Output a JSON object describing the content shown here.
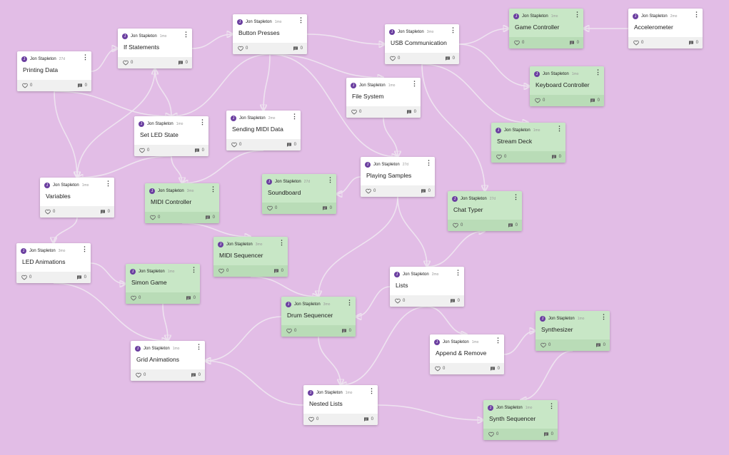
{
  "colors": {
    "background": "#e2bde6",
    "card": "#ffffff",
    "card_green": "#c8e7c6",
    "avatar": "#6b3fa0"
  },
  "cards": [
    {
      "id": "printing-data",
      "title": "Printing Data",
      "author": "Jon Stapleton",
      "time": "27d",
      "avatar": "J",
      "likes": "0",
      "comments": "0",
      "color": "white"
    },
    {
      "id": "if-statements",
      "title": "If Statements",
      "author": "Jon Stapleton",
      "time": "1mo",
      "avatar": "J",
      "likes": "0",
      "comments": "0",
      "color": "white"
    },
    {
      "id": "button-presses",
      "title": "Button Presses",
      "author": "Jon Stapleton",
      "time": "1mo",
      "avatar": "J",
      "likes": "0",
      "comments": "0",
      "color": "white"
    },
    {
      "id": "usb-communication",
      "title": "USB Communication",
      "author": "Jon Stapleton",
      "time": "3mo",
      "avatar": "J",
      "likes": "0",
      "comments": "0",
      "color": "white"
    },
    {
      "id": "game-controller",
      "title": "Game Controller",
      "author": "Jon Stapleton",
      "time": "1mo",
      "avatar": "J",
      "likes": "0",
      "comments": "0",
      "color": "green"
    },
    {
      "id": "accelerometer",
      "title": "Accelerometer",
      "author": "Jon Stapleton",
      "time": "2mo",
      "avatar": "J",
      "likes": "0",
      "comments": "0",
      "color": "white"
    },
    {
      "id": "keyboard-controller",
      "title": "Keyboard Controller",
      "author": "Jon Stapleton",
      "time": "1mo",
      "avatar": "J",
      "likes": "0",
      "comments": "0",
      "color": "green"
    },
    {
      "id": "file-system",
      "title": "File System",
      "author": "Jon Stapleton",
      "time": "1mo",
      "avatar": "J",
      "likes": "0",
      "comments": "0",
      "color": "white"
    },
    {
      "id": "set-led-state",
      "title": "Set LED State",
      "author": "Jon Stapleton",
      "time": "1mo",
      "avatar": "J",
      "likes": "0",
      "comments": "0",
      "color": "white"
    },
    {
      "id": "sending-midi-data",
      "title": "Sending MIDI Data",
      "author": "Jon Stapleton",
      "time": "2mo",
      "avatar": "J",
      "likes": "0",
      "comments": "0",
      "color": "white"
    },
    {
      "id": "stream-deck",
      "title": "Stream Deck",
      "author": "Jon Stapleton",
      "time": "1mo",
      "avatar": "J",
      "likes": "0",
      "comments": "0",
      "color": "green"
    },
    {
      "id": "playing-samples",
      "title": "Playing Samples",
      "author": "Jon Stapleton",
      "time": "27d",
      "avatar": "J",
      "likes": "0",
      "comments": "0",
      "color": "white"
    },
    {
      "id": "variables",
      "title": "Variables",
      "author": "Jon Stapleton",
      "time": "1mo",
      "avatar": "J",
      "likes": "0",
      "comments": "0",
      "color": "white"
    },
    {
      "id": "midi-controller",
      "title": "MIDI Controller",
      "author": "Jon Stapleton",
      "time": "3mo",
      "avatar": "J",
      "likes": "0",
      "comments": "0",
      "color": "green"
    },
    {
      "id": "soundboard",
      "title": "Soundboard",
      "author": "Jon Stapleton",
      "time": "27d",
      "avatar": "J",
      "likes": "0",
      "comments": "0",
      "color": "green"
    },
    {
      "id": "chat-typer",
      "title": "Chat Typer",
      "author": "Jon Stapleton",
      "time": "27d",
      "avatar": "J",
      "likes": "0",
      "comments": "0",
      "color": "green"
    },
    {
      "id": "led-animations",
      "title": "LED Animations",
      "author": "Jon Stapleton",
      "time": "3mo",
      "avatar": "J",
      "likes": "0",
      "comments": "0",
      "color": "white"
    },
    {
      "id": "midi-sequencer",
      "title": "MIDI Sequencer",
      "author": "Jon Stapleton",
      "time": "3mo",
      "avatar": "J",
      "likes": "0",
      "comments": "0",
      "color": "green"
    },
    {
      "id": "simon-game",
      "title": "Simon Game",
      "author": "Jon Stapleton",
      "time": "1mo",
      "avatar": "J",
      "likes": "0",
      "comments": "0",
      "color": "green"
    },
    {
      "id": "lists",
      "title": "Lists",
      "author": "Jon Stapleton",
      "time": "2mo",
      "avatar": "J",
      "likes": "0",
      "comments": "0",
      "color": "white"
    },
    {
      "id": "drum-sequencer",
      "title": "Drum Sequencer",
      "author": "Jon Stapleton",
      "time": "3mo",
      "avatar": "J",
      "likes": "0",
      "comments": "0",
      "color": "green"
    },
    {
      "id": "synthesizer",
      "title": "Synthesizer",
      "author": "Jon Stapleton",
      "time": "1mo",
      "avatar": "J",
      "likes": "0",
      "comments": "0",
      "color": "green"
    },
    {
      "id": "append-remove",
      "title": "Append & Remove",
      "author": "Jon Stapleton",
      "time": "1mo",
      "avatar": "J",
      "likes": "0",
      "comments": "0",
      "color": "white"
    },
    {
      "id": "grid-animations",
      "title": "Grid Animations",
      "author": "Jon Stapleton",
      "time": "1mo",
      "avatar": "J",
      "likes": "0",
      "comments": "0",
      "color": "white"
    },
    {
      "id": "nested-lists",
      "title": "Nested Lists",
      "author": "Jon Stapleton",
      "time": "1mo",
      "avatar": "J",
      "likes": "0",
      "comments": "0",
      "color": "white"
    },
    {
      "id": "synth-sequencer",
      "title": "Synth Sequencer",
      "author": "Jon Stapleton",
      "time": "1mo",
      "avatar": "J",
      "likes": "0",
      "comments": "0",
      "color": "green"
    }
  ],
  "connections": [
    [
      "printing-data",
      "if-statements"
    ],
    [
      "printing-data",
      "set-led-state"
    ],
    [
      "printing-data",
      "variables"
    ],
    [
      "if-statements",
      "button-presses"
    ],
    [
      "if-statements",
      "variables"
    ],
    [
      "set-led-state",
      "if-statements"
    ],
    [
      "button-presses",
      "usb-communication"
    ],
    [
      "button-presses",
      "set-led-state"
    ],
    [
      "button-presses",
      "sending-midi-data"
    ],
    [
      "button-presses",
      "playing-samples"
    ],
    [
      "button-presses",
      "file-system"
    ],
    [
      "usb-communication",
      "game-controller"
    ],
    [
      "accelerometer",
      "game-controller"
    ],
    [
      "usb-communication",
      "keyboard-controller"
    ],
    [
      "usb-communication",
      "stream-deck"
    ],
    [
      "usb-communication",
      "chat-typer"
    ],
    [
      "file-system",
      "playing-samples"
    ],
    [
      "set-led-state",
      "midi-controller"
    ],
    [
      "set-led-state",
      "variables"
    ],
    [
      "sending-midi-data",
      "midi-controller"
    ],
    [
      "playing-samples",
      "soundboard"
    ],
    [
      "playing-samples",
      "drum-sequencer"
    ],
    [
      "playing-samples",
      "lists"
    ],
    [
      "variables",
      "led-animations"
    ],
    [
      "midi-controller",
      "midi-sequencer"
    ],
    [
      "led-animations",
      "simon-game"
    ],
    [
      "led-animations",
      "grid-animations"
    ],
    [
      "simon-game",
      "grid-animations"
    ],
    [
      "midi-sequencer",
      "drum-sequencer"
    ],
    [
      "lists",
      "drum-sequencer"
    ],
    [
      "lists",
      "chat-typer"
    ],
    [
      "lists",
      "append-remove"
    ],
    [
      "lists",
      "nested-lists"
    ],
    [
      "drum-sequencer",
      "grid-animations"
    ],
    [
      "drum-sequencer",
      "nested-lists"
    ],
    [
      "append-remove",
      "synthesizer"
    ],
    [
      "synthesizer",
      "synth-sequencer"
    ],
    [
      "nested-lists",
      "grid-animations"
    ],
    [
      "nested-lists",
      "synth-sequencer"
    ]
  ]
}
